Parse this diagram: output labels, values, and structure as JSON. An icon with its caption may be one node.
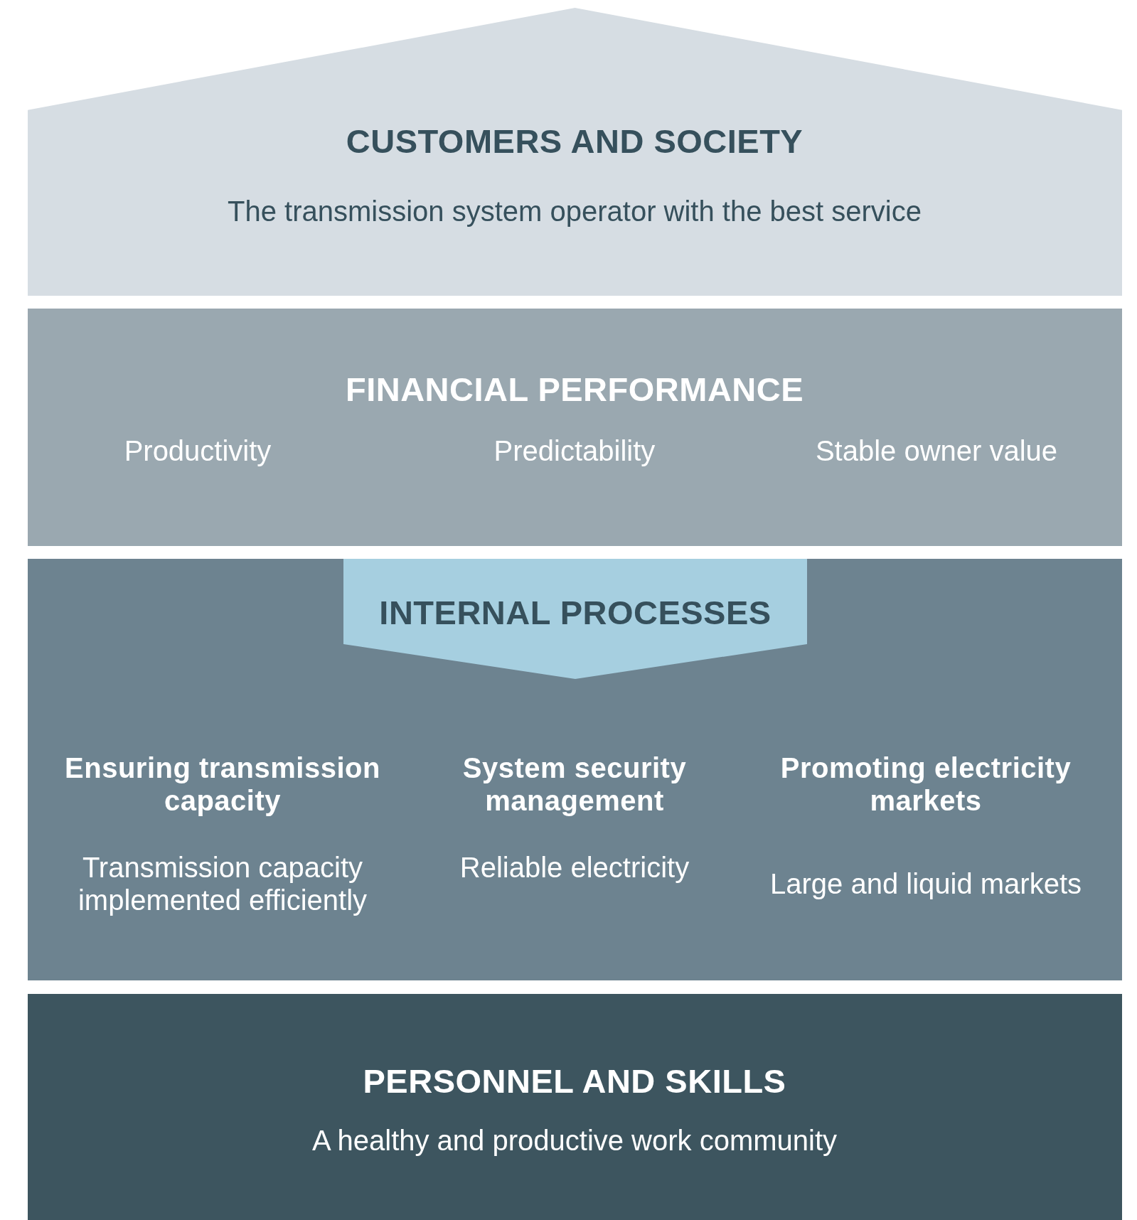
{
  "diagram": {
    "nodes": [
      {
        "text": [
          "CUSTOMERS AND SOCIETY",
          "The transmission system operator with the best service"
        ]
      },
      {
        "text": [
          "FINANCIAL PERFORMANCE",
          "Productivity",
          "Predictability",
          "Stable owner value"
        ]
      },
      {
        "text": [
          "Ensuring transmission capacity",
          "Transmission capacity implemented efficiently",
          "System security management",
          "Reliable electricity",
          "Promoting electricity markets",
          "Large and liquid markets"
        ]
      },
      {
        "text": [
          "INTERNAL PROCESSES"
        ],
        "in": 2
      },
      {
        "text": [
          "PERSONNEL AND SKILLS",
          "A healthy and productive work community"
        ]
      }
    ]
  }
}
